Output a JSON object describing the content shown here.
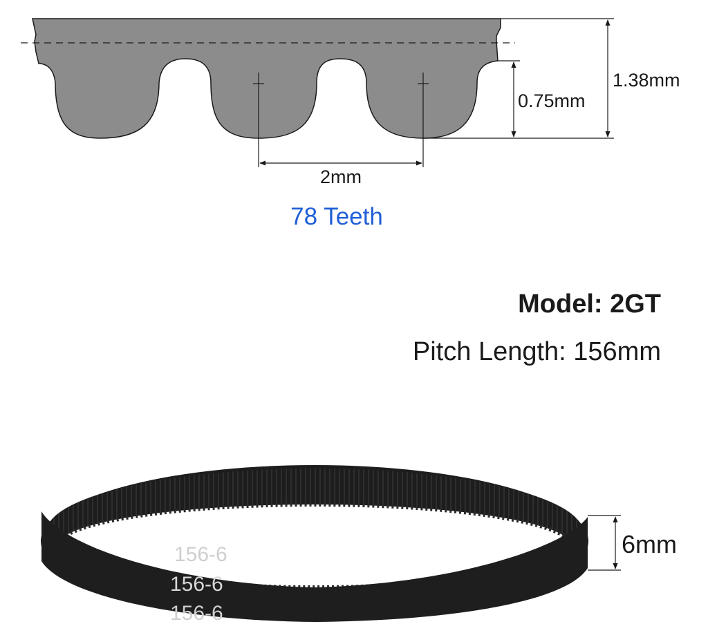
{
  "profile": {
    "total_height_label": "1.38mm",
    "tooth_height_label": "0.75mm",
    "pitch_label": "2mm",
    "teeth_label": "78 Teeth"
  },
  "specs": {
    "model_label": "Model: 2GT",
    "pitch_length_label": "Pitch Length: 156mm"
  },
  "belt": {
    "width_label": "6mm",
    "print_lines": [
      "156-6",
      "156-6",
      "156-6"
    ]
  },
  "colors": {
    "profile_fill": "#8c8c8c",
    "profile_stroke": "#1a1a1a",
    "belt": "#1d1d1d",
    "teeth_label": "#1f5fd6",
    "text": "#1a1a1a"
  }
}
